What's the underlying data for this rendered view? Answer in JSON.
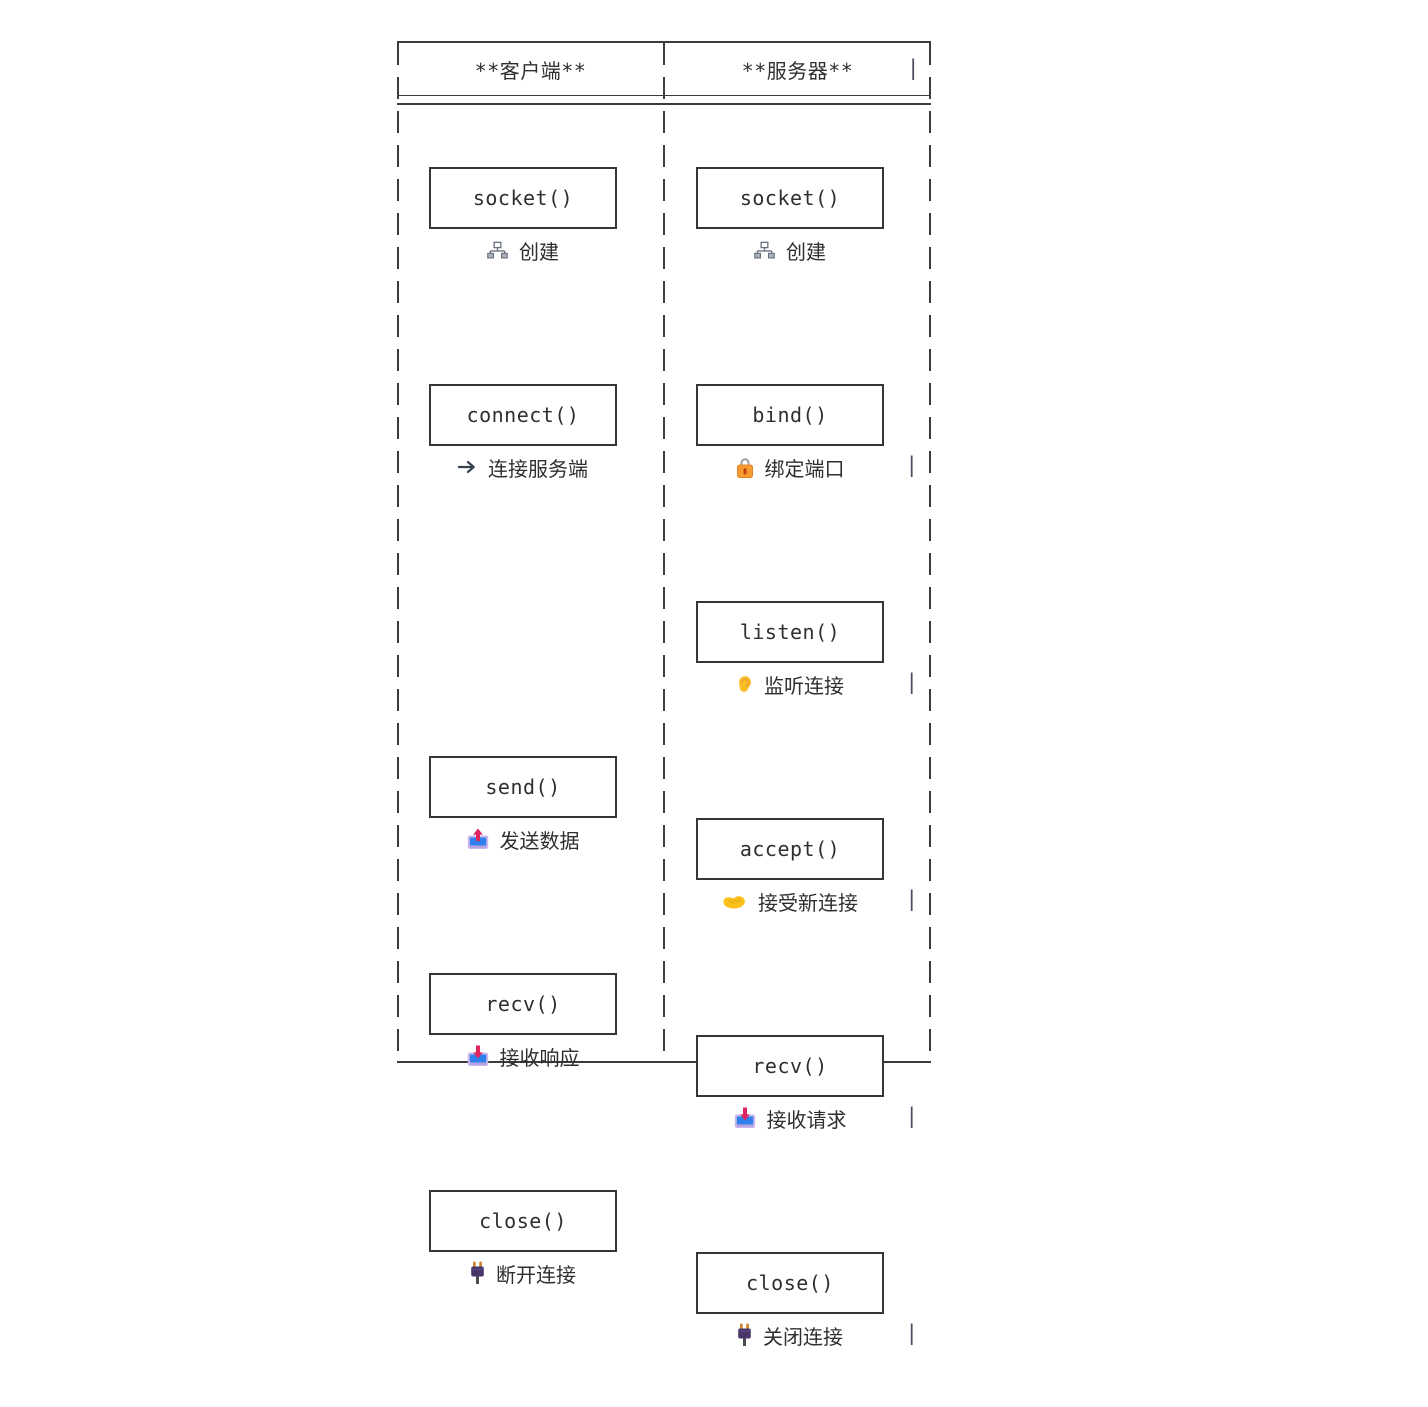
{
  "diagram": {
    "title_left": "**客户端**",
    "title_right": "**服务器**",
    "pipe_glyph": "|",
    "rows": [
      {
        "left": {
          "func": "socket()",
          "icon": "network-nodes-icon",
          "label": "创建"
        },
        "right": {
          "func": "socket()",
          "icon": "network-nodes-icon",
          "label": "创建"
        }
      },
      {
        "left": {
          "func": "connect()",
          "icon": "arrow-right-icon",
          "label": "连接服务端"
        },
        "right": {
          "func": "bind()",
          "icon": "lock-icon",
          "label": "绑定端口"
        }
      },
      {
        "left": null,
        "right": {
          "func": "listen()",
          "icon": "ear-icon",
          "label": "监听连接"
        }
      },
      {
        "left": {
          "func": "send()",
          "icon": "outbox-tray-icon",
          "label": "发送数据"
        },
        "right": {
          "func": "accept()",
          "icon": "handshake-icon",
          "label": "接受新连接"
        }
      },
      {
        "left": {
          "func": "recv()",
          "icon": "inbox-tray-icon",
          "label": "接收响应"
        },
        "right": {
          "func": "recv()",
          "icon": "inbox-tray-icon",
          "label": "接收请求"
        }
      },
      {
        "left": {
          "func": "close()",
          "icon": "plug-icon",
          "label": "断开连接"
        },
        "right": {
          "func": "close()",
          "icon": "plug-icon",
          "label": "关闭连接"
        }
      }
    ],
    "colors": {
      "line": "#3b3b3b",
      "text": "#2f2f2f",
      "lock_orange": "#F59B30",
      "ear_amber": "#FBBF24",
      "handshake_amber": "#FCC21B",
      "tray_lavender": "#CBB7EC",
      "tray_blue": "#2F80ED",
      "arrow_crimson": "#E0245E",
      "plug_purple": "#483569",
      "plug_pins_gold": "#C9822B",
      "network_gray": "#6b7280"
    }
  }
}
